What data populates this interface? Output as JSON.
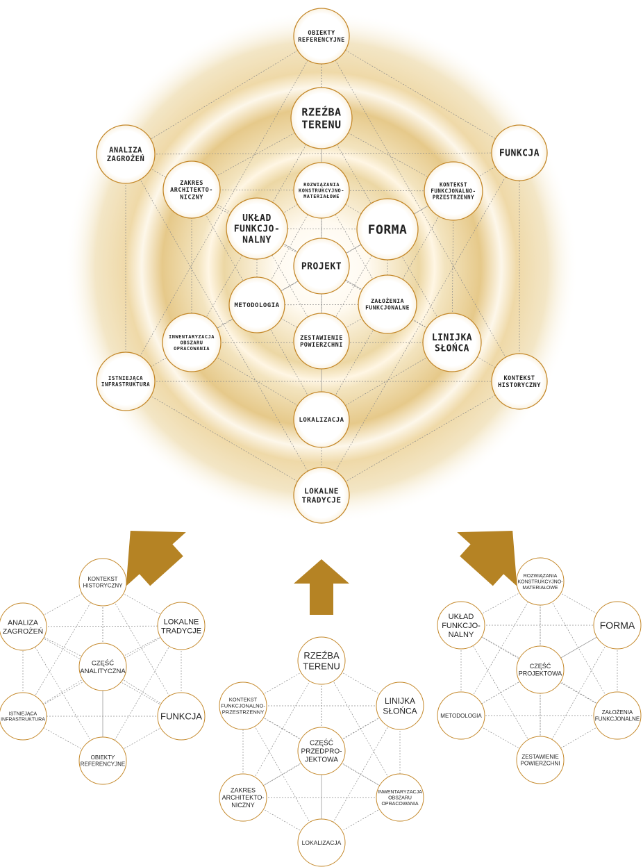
{
  "colors": {
    "accent": "#c4882a",
    "arrow": "#b58324",
    "glow_center": "#fffdf6",
    "glow_mid": "#ead6a6",
    "glow_outer": "#e8cc8c"
  },
  "main_diagram": {
    "nodes": [
      {
        "id": "obiekty",
        "label": [
          "OBIEKTY",
          "REFERENCYJNE"
        ]
      },
      {
        "id": "rzezba",
        "label": [
          "RZEŹBA",
          "TERENU"
        ]
      },
      {
        "id": "analiza",
        "label": [
          "ANALIZA",
          "ZAGROŻEŃ"
        ]
      },
      {
        "id": "funkcja",
        "label": [
          "FUNKCJA"
        ]
      },
      {
        "id": "zakres",
        "label": [
          "ZAKRES",
          "ARCHITEKTO-",
          "NICZNY"
        ]
      },
      {
        "id": "rozwiazania",
        "label": [
          "ROZWIĄZANIA",
          "KONSTRUKCYJNO-",
          "MATERIAŁOWE"
        ]
      },
      {
        "id": "kontekst_f",
        "label": [
          "KONTEKST",
          "FUNKCJONALNO-",
          "PRZESTRZENNY"
        ]
      },
      {
        "id": "uklad",
        "label": [
          "UKŁAD",
          "FUNKCJO-",
          "NALNY"
        ]
      },
      {
        "id": "forma",
        "label": [
          "FORMA"
        ]
      },
      {
        "id": "projekt",
        "label": [
          "PROJEKT"
        ]
      },
      {
        "id": "metodologia",
        "label": [
          "METODOLOGIA"
        ]
      },
      {
        "id": "zalozenia",
        "label": [
          "ZAŁOŻENIA",
          "FUNKCJONALNE"
        ]
      },
      {
        "id": "inwentaryzacja",
        "label": [
          "INWENTARYZACJA",
          "OBSZARU",
          "OPRACOWANIA"
        ]
      },
      {
        "id": "zestawienie",
        "label": [
          "ZESTAWIENIE",
          "POWIERZCHNI"
        ]
      },
      {
        "id": "linijka",
        "label": [
          "LINIJKA",
          "SŁOŃCA"
        ]
      },
      {
        "id": "istniejaca",
        "label": [
          "ISTNIEJĄCA",
          "INFRASTRUKTURA"
        ]
      },
      {
        "id": "kontekst_h",
        "label": [
          "KONTEKST",
          "HISTORYCZNY"
        ]
      },
      {
        "id": "lokalizacja",
        "label": [
          "LOKALIZACJA"
        ]
      },
      {
        "id": "lokalne",
        "label": [
          "LOKALNE",
          "TRADYCJE"
        ]
      }
    ]
  },
  "sub_diagrams": [
    {
      "id": "left",
      "nodes": [
        {
          "id": "l_kontekst",
          "label": [
            "KONTEKST",
            "HISTORYCZNY"
          ]
        },
        {
          "id": "l_analiza",
          "label": [
            "ANALIZA",
            "ZAGROŻEŃ"
          ]
        },
        {
          "id": "l_lokalne",
          "label": [
            "LOKALNE",
            "TRADYCJE"
          ]
        },
        {
          "id": "l_center",
          "label": [
            "CZĘŚĆ",
            "ANALITYCZNA"
          ]
        },
        {
          "id": "l_istniejaca",
          "label": [
            "ISTNIEJĄCA",
            "INFRASTRUKTURA"
          ]
        },
        {
          "id": "l_funkcja",
          "label": [
            "FUNKCJA"
          ]
        },
        {
          "id": "l_obiekty",
          "label": [
            "OBIEKTY",
            "REFERENCYJNE"
          ]
        }
      ]
    },
    {
      "id": "middle",
      "nodes": [
        {
          "id": "m_rzezba",
          "label": [
            "RZEŹBA",
            "TERENU"
          ]
        },
        {
          "id": "m_kontekst",
          "label": [
            "KONTEKST",
            "FUNKCJONALNO-",
            "PRZESTRZENNY"
          ]
        },
        {
          "id": "m_linijka",
          "label": [
            "LINIJKA",
            "SŁOŃCA"
          ]
        },
        {
          "id": "m_center",
          "label": [
            "CZĘŚĆ",
            "PRZEDPRO-",
            "JEKTOWA"
          ]
        },
        {
          "id": "m_zakres",
          "label": [
            "ZAKRES",
            "ARCHITEKTO-",
            "NICZNY"
          ]
        },
        {
          "id": "m_inwent",
          "label": [
            "INWENTARYZACJA",
            "OBSZARU",
            "OPRACOWANIA"
          ]
        },
        {
          "id": "m_lokalizacja",
          "label": [
            "LOKALIZACJA"
          ]
        }
      ]
    },
    {
      "id": "right",
      "nodes": [
        {
          "id": "r_rozw",
          "label": [
            "ROZWIĄZANIA",
            "KONSTRUKCYJNO-",
            "MATERIAŁOWE"
          ]
        },
        {
          "id": "r_uklad",
          "label": [
            "UKŁAD",
            "FUNKCJO-",
            "NALNY"
          ]
        },
        {
          "id": "r_forma",
          "label": [
            "FORMA"
          ]
        },
        {
          "id": "r_center",
          "label": [
            "CZĘŚĆ",
            "PROJEKTOWA"
          ]
        },
        {
          "id": "r_metodologia",
          "label": [
            "METODOLOGIA"
          ]
        },
        {
          "id": "r_zalozenia",
          "label": [
            "ZAŁOŻENIA",
            "FUNKCJONALNE"
          ]
        },
        {
          "id": "r_zestawienie",
          "label": [
            "ZESTAWIENIE",
            "POWIERZCHNI"
          ]
        }
      ]
    }
  ]
}
